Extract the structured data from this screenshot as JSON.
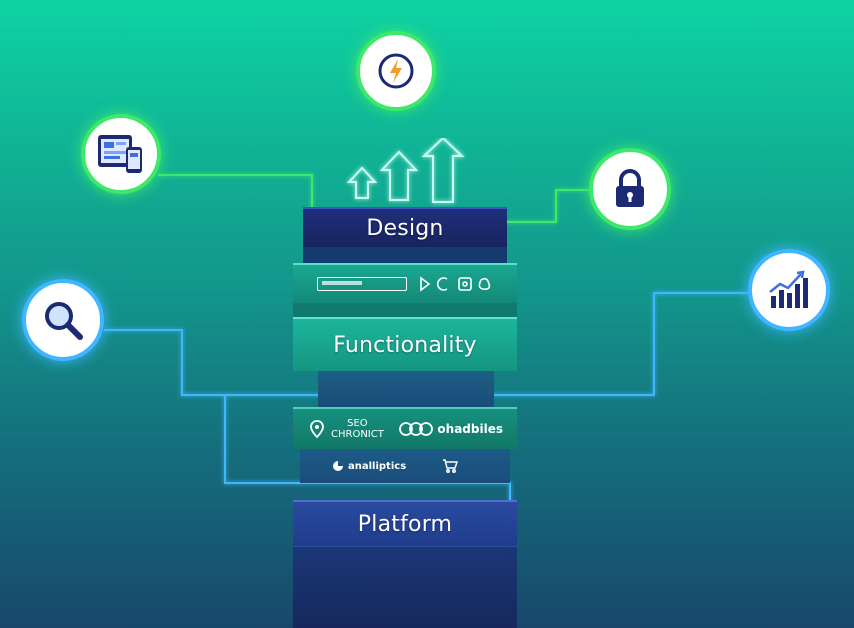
{
  "layers": {
    "design": "Design",
    "functionality": "Functionality",
    "platform": "Platform"
  },
  "widgets": {
    "seo_line1": "SEO",
    "seo_line2": "CHRONICT",
    "chatbots": "ohadbiles",
    "analytics": "analliptics"
  },
  "icons": {
    "top": "lightning-icon",
    "devices": "responsive-devices-icon",
    "lock": "padlock-icon",
    "search": "magnifier-icon",
    "growth": "bar-chart-growth-icon"
  },
  "colors": {
    "green_glow": "#3ee86b",
    "blue_glow": "#3fb6ff",
    "navy": "#1b2a72",
    "teal_layer": "#149e8a"
  }
}
